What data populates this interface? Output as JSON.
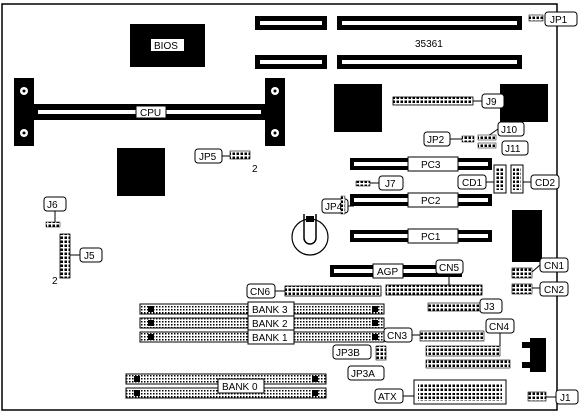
{
  "board": {
    "bios": "BIOS",
    "chip_id": "35361",
    "cpu": "CPU",
    "pin2_jp5": "2",
    "pin2_j5": "2",
    "labels": {
      "jp1": "JP1",
      "j9": "J9",
      "jp2": "JP2",
      "j10": "J10",
      "j11": "J11",
      "jp5": "JP5",
      "pc3": "PC3",
      "cd1": "CD1",
      "cd2": "CD2",
      "j7": "J7",
      "jp4": "JP4",
      "pc2": "PC2",
      "j6": "J6",
      "pc1": "PC1",
      "j5": "J5",
      "agp": "AGP",
      "cn5": "CN5",
      "cn1": "CN1",
      "cn6": "CN6",
      "cn2": "CN2",
      "bank3": "BANK 3",
      "j3": "J3",
      "bank2": "BANK 2",
      "bank1": "BANK 1",
      "cn3": "CN3",
      "cn4": "CN4",
      "jp3b": "JP3B",
      "jp3a": "JP3A",
      "bank0": "BANK 0",
      "atx": "ATX",
      "j1": "J1"
    }
  }
}
